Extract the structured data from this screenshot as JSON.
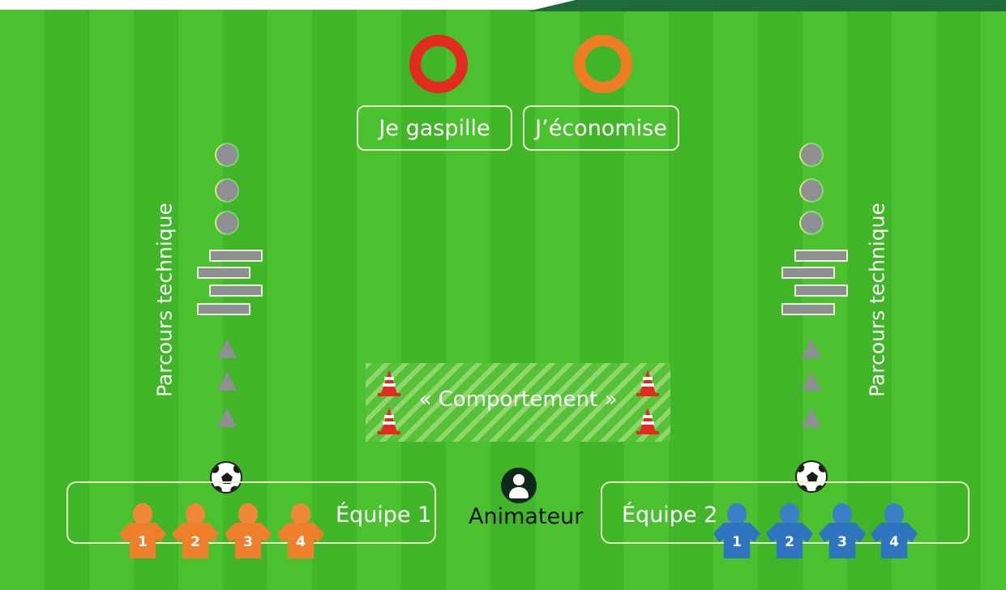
{
  "labels": {
    "waste": "Je gaspille",
    "save": "J’économise",
    "course_left": "Parcours technique",
    "course_right": "Parcours technique",
    "behavior_zone": "« Comportement »",
    "team1": "Équipe 1",
    "team2": "Équipe 2",
    "animator": "Animateur"
  },
  "colors": {
    "waste_ring": "#e32a1f",
    "save_ring": "#ef7d24",
    "team1": "#ee7f2d",
    "team2": "#2f74bf",
    "field": "#4cc12f"
  },
  "team1_players": [
    "1",
    "2",
    "3",
    "4"
  ],
  "team2_players": [
    "1",
    "2",
    "3",
    "4"
  ]
}
